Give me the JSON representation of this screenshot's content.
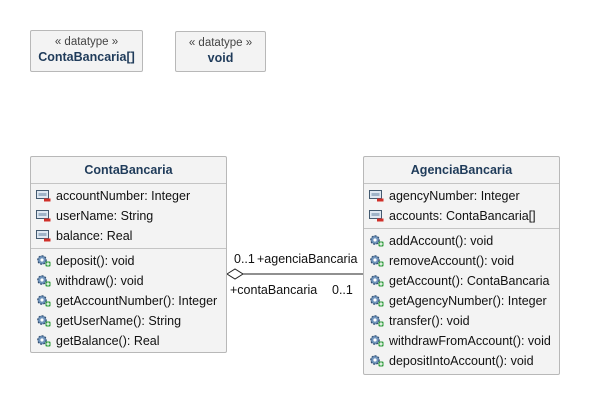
{
  "datatypes": [
    {
      "stereotype": "« datatype »",
      "name": "ContaBancaria[]"
    },
    {
      "stereotype": "« datatype »",
      "name": "void"
    }
  ],
  "classes": {
    "conta": {
      "name": "ContaBancaria",
      "attributes": [
        "accountNumber: Integer",
        "userName: String",
        "balance: Real"
      ],
      "operations": [
        "deposit(): void",
        "withdraw(): void",
        "getAccountNumber(): Integer",
        "getUserName(): String",
        "getBalance(): Real"
      ]
    },
    "agencia": {
      "name": "AgenciaBancaria",
      "attributes": [
        "agencyNumber: Integer",
        "accounts: ContaBancaria[]"
      ],
      "operations": [
        "addAccount(): void",
        "removeAccount(): void",
        "getAccount(): ContaBancaria",
        "getAgencyNumber(): Integer",
        "transfer(): void",
        "withdrawFromAccount(): void",
        "depositIntoAccount(): void"
      ]
    }
  },
  "association": {
    "end_agencia_multiplicity": "0..1",
    "end_agencia_role": "+agenciaBancaria",
    "end_conta_role": "+contaBancaria",
    "end_conta_multiplicity": "0..1"
  },
  "icons": {
    "attribute": "field-private-icon",
    "operation": "method-public-icon"
  },
  "colors": {
    "class_name": "#1f3b5a",
    "box_fill": "#f3f3f3",
    "border": "#b8b8b8"
  }
}
